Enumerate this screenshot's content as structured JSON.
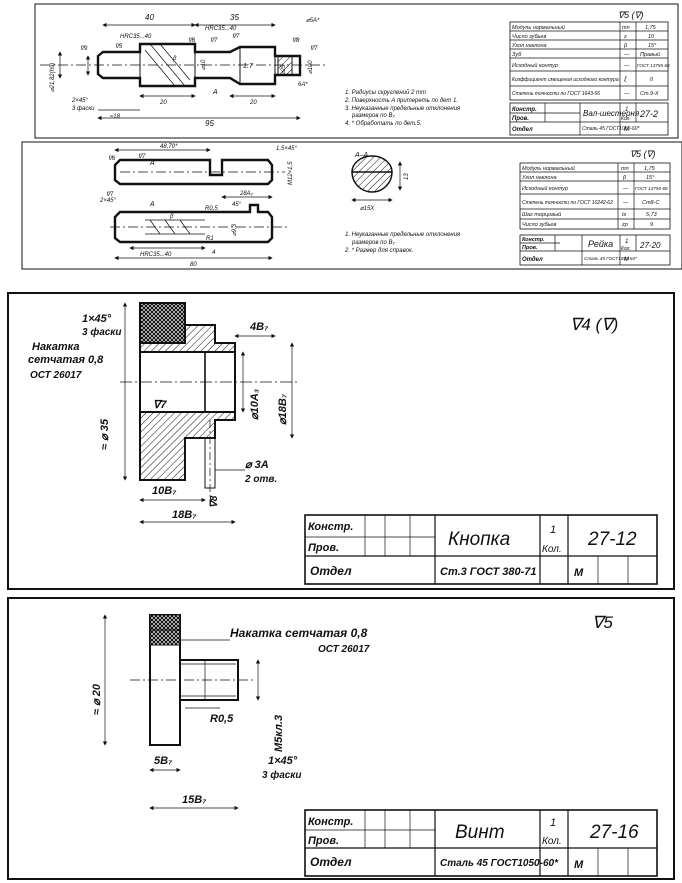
{
  "sheets": [
    {
      "id": "s1",
      "dims": {
        "d40": "40",
        "d35": "35",
        "hrc_a": "HRC35...40",
        "hrc_b": "HRC35...40",
        "d95": "95",
        "d18": "≈18",
        "d20a": "20",
        "d20b": "20",
        "phi10": "⌀10",
        "phi25": "⌀25",
        "phi100": "⌀100",
        "phi21": "⌀21,82(h9)",
        "phi5a": "⌀5A*",
        "chamfer": "2×45°",
        "chamfer2": "3 фаски",
        "ratio": "1:7",
        "beta": "β",
        "surfA": "A",
        "sf9": "∇9",
        "sf5": "∇5",
        "sf6": "∇6",
        "sf7a": "∇7",
        "sf7b": "∇7",
        "sf7c": "∇7",
        "sf8": "∇8",
        "m6": "6A*"
      },
      "roughness": "∇5 (∇)",
      "notes": [
        "1. Радиусы скруглений 2 mm",
        "2. Поверхность A притереть по дет 1.",
        "3. Неуказанные предельные отклонения",
        "размеров по В₇",
        "4. * Обработать по дет.5."
      ],
      "params": [
        {
          "name": "Модуль нормальный",
          "sym": "mn",
          "val": "1,75"
        },
        {
          "name": "Число зубьев",
          "sym": "z",
          "val": "10"
        },
        {
          "name": "Угол наклона",
          "sym": "β",
          "val": "15°"
        },
        {
          "name": "Зуб",
          "sym": "—",
          "val": "Правый"
        },
        {
          "name": "Исходный контур",
          "sym": "—",
          "val": "ГОСТ 13755-68"
        },
        {
          "name": "Коэффициент смещения исходного контура",
          "sym": "ξ",
          "val": "0"
        },
        {
          "name": "Степень точности по ГОСТ 1643-56",
          "sym": "—",
          "val": "Ст.9-Х"
        }
      ],
      "tb": {
        "konstr": "Констр.",
        "prov": "Пров.",
        "otdel": "Отдел",
        "title": "Вал-шестерня",
        "qty": "1",
        "qty_lbl": "Кол.",
        "code": "27-2",
        "mat": "Сталь 45 ГОСТ1050-60*",
        "m": "М"
      }
    },
    {
      "id": "s2",
      "dims": {
        "d4870": "48,70*",
        "d15": "1,5×45°",
        "m12": "M12×1,5",
        "d28": "28A₇",
        "d2x45": "2×45°",
        "r05": "R0,5",
        "a45": "45°",
        "phi93": "⌀9,3",
        "r1": "R1",
        "d4": "4",
        "d80": "80",
        "hrc": "HRC35...40",
        "sec_a": "A–A",
        "phi15": "⌀15X",
        "d13": "13",
        "sf6": "∇6",
        "sf7": "∇7",
        "sfx": "∇7",
        "beta": "β",
        "a": "A",
        "a2": "A"
      },
      "roughness": "∇5 (∇)",
      "notes": [
        "1. Неуказанные предельные отклонения",
        "размеров по В₇",
        "2. * Размер для справок."
      ],
      "params": [
        {
          "name": "Модуль нормальный",
          "sym": "mn",
          "val": "1,75"
        },
        {
          "name": "Угол наклона",
          "sym": "β",
          "val": "15°"
        },
        {
          "name": "Исходный контур",
          "sym": "—",
          "val": "ГОСТ 13755-68"
        },
        {
          "name": "Степень точности по ГОСТ 10242-62",
          "sym": "—",
          "val": "Ст8-С"
        },
        {
          "name": "Шаг торцовый",
          "sym": "ts",
          "val": "5,73"
        },
        {
          "name": "Число зубьев",
          "sym": "zp",
          "val": "9"
        }
      ],
      "tb": {
        "konstr": "Констр.",
        "prov": "Пров.",
        "otdel": "Отдел",
        "title": "Рейка",
        "qty": "1",
        "qty_lbl": "Кол.",
        "code": "27-20",
        "mat": "Сталь 45 ГОСТ1050-60*",
        "m": "М"
      }
    },
    {
      "id": "s3",
      "dims": {
        "ch": "1×45°",
        "ch2": "3 фаски",
        "knurl1": "Накатка",
        "knurl2": "сетчатая 0,8",
        "ost": "ОСТ 26017",
        "d48": "4В₇",
        "phi10a": "⌀10А₃",
        "phi18": "⌀18В₇",
        "phi35": "≈ ⌀ 35",
        "sf7": "∇7",
        "sf8": "∇8",
        "phi3a": "⌀ 3А",
        "two": "2 отв.",
        "d10": "10В₇",
        "d18": "18В₇"
      },
      "roughness": "∇4 (∇)",
      "tb": {
        "konstr": "Констр.",
        "prov": "Пров.",
        "otdel": "Отдел",
        "title": "Кнопка",
        "qty": "1",
        "qty_lbl": "Кол.",
        "code": "27-12",
        "mat": "Ст.3 ГОСТ 380-71",
        "m": "М"
      }
    },
    {
      "id": "s4",
      "dims": {
        "knurl": "Накатка сетчатая 0,8",
        "ost": "ОСТ 26017",
        "phi20": "≈ ⌀ 20",
        "r05": "R0,5",
        "m5": "M5кл.3",
        "ch": "1×45°",
        "ch2": "3 фаски",
        "d5": "5В₇",
        "d15": "15В₇"
      },
      "roughness": "∇5",
      "tb": {
        "konstr": "Констр.",
        "prov": "Пров.",
        "otdel": "Отдел",
        "title": "Винт",
        "qty": "1",
        "qty_lbl": "Кол.",
        "code": "27-16",
        "mat": "Сталь 45 ГОСТ1050-60*",
        "m": "М"
      }
    }
  ]
}
